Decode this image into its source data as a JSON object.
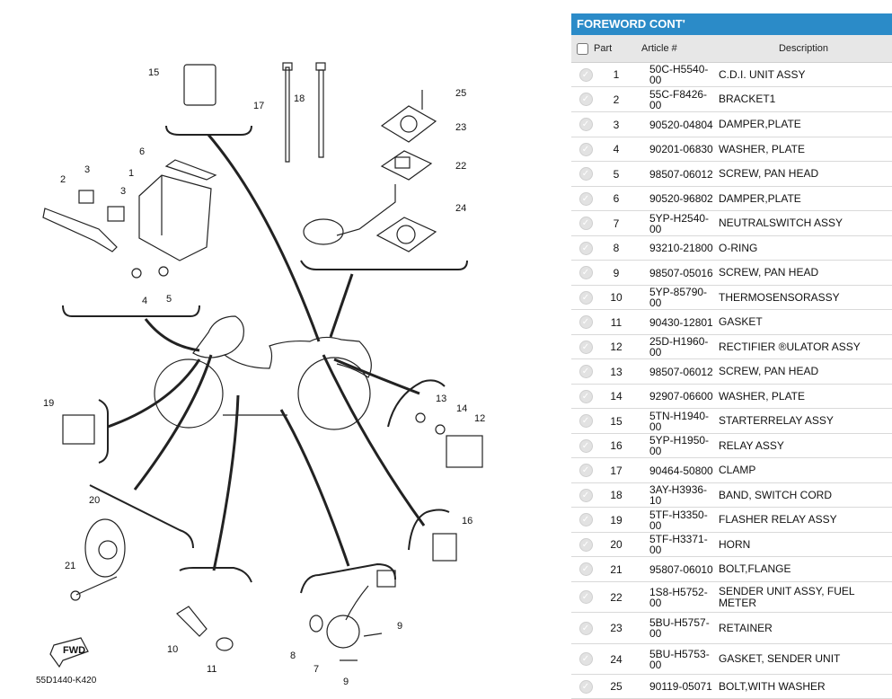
{
  "diagram": {
    "part_labels": [
      "15",
      "17",
      "18",
      "25",
      "23",
      "22",
      "24",
      "6",
      "1",
      "3",
      "2",
      "3",
      "4",
      "5",
      "19",
      "13",
      "14",
      "12",
      "16",
      "20",
      "21",
      "10",
      "11",
      "8",
      "7",
      "9",
      "9"
    ],
    "fwd_label": "FWD",
    "drawing_code": "55D1440-K420"
  },
  "panel": {
    "title": "FOREWORD CONT'",
    "headers": {
      "part": "Part",
      "article": "Article #",
      "description": "Description"
    },
    "rows": [
      {
        "num": "1",
        "article": "50C-H5540-00",
        "desc": "C.D.I. UNIT ASSY"
      },
      {
        "num": "2",
        "article": "55C-F8426-00",
        "desc": "BRACKET1"
      },
      {
        "num": "3",
        "article": "90520-04804",
        "desc": "DAMPER,PLATE"
      },
      {
        "num": "4",
        "article": "90201-06830",
        "desc": "WASHER, PLATE"
      },
      {
        "num": "5",
        "article": "98507-06012",
        "desc": "SCREW, PAN HEAD"
      },
      {
        "num": "6",
        "article": "90520-96802",
        "desc": "DAMPER,PLATE"
      },
      {
        "num": "7",
        "article": "5YP-H2540-00",
        "desc": "NEUTRALSWITCH ASSY"
      },
      {
        "num": "8",
        "article": "93210-21800",
        "desc": "O-RING"
      },
      {
        "num": "9",
        "article": "98507-05016",
        "desc": "SCREW, PAN HEAD"
      },
      {
        "num": "10",
        "article": "5YP-85790-00",
        "desc": "THERMOSENSORASSY"
      },
      {
        "num": "11",
        "article": "90430-12801",
        "desc": "GASKET"
      },
      {
        "num": "12",
        "article": "25D-H1960-00",
        "desc": "RECTIFIER ®ULATOR ASSY"
      },
      {
        "num": "13",
        "article": "98507-06012",
        "desc": "SCREW, PAN HEAD"
      },
      {
        "num": "14",
        "article": "92907-06600",
        "desc": "WASHER, PLATE"
      },
      {
        "num": "15",
        "article": "5TN-H1940-00",
        "desc": "STARTERRELAY ASSY"
      },
      {
        "num": "16",
        "article": "5YP-H1950-00",
        "desc": "RELAY ASSY"
      },
      {
        "num": "17",
        "article": "90464-50800",
        "desc": "CLAMP"
      },
      {
        "num": "18",
        "article": "3AY-H3936-10",
        "desc": "BAND, SWITCH CORD"
      },
      {
        "num": "19",
        "article": "5TF-H3350-00",
        "desc": "FLASHER RELAY ASSY"
      },
      {
        "num": "20",
        "article": "5TF-H3371-00",
        "desc": "HORN"
      },
      {
        "num": "21",
        "article": "95807-06010",
        "desc": "BOLT,FLANGE"
      },
      {
        "num": "22",
        "article": "1S8-H5752-00",
        "desc": "SENDER UNIT ASSY, FUEL METER"
      },
      {
        "num": "23",
        "article": "5BU-H5757-00",
        "desc": "RETAINER"
      },
      {
        "num": "24",
        "article": "5BU-H5753-00",
        "desc": "GASKET, SENDER UNIT"
      },
      {
        "num": "25",
        "article": "90119-05071",
        "desc": "BOLT,WITH WASHER"
      }
    ]
  },
  "colors": {
    "title_bg": "#2b8bc8",
    "header_bg": "#e7e7e7",
    "sort_up": "#2b8bc8",
    "sort_down": "#888888"
  },
  "icons": {
    "row_status": "check-circle-icon",
    "sort": "sort-arrows-icon"
  }
}
